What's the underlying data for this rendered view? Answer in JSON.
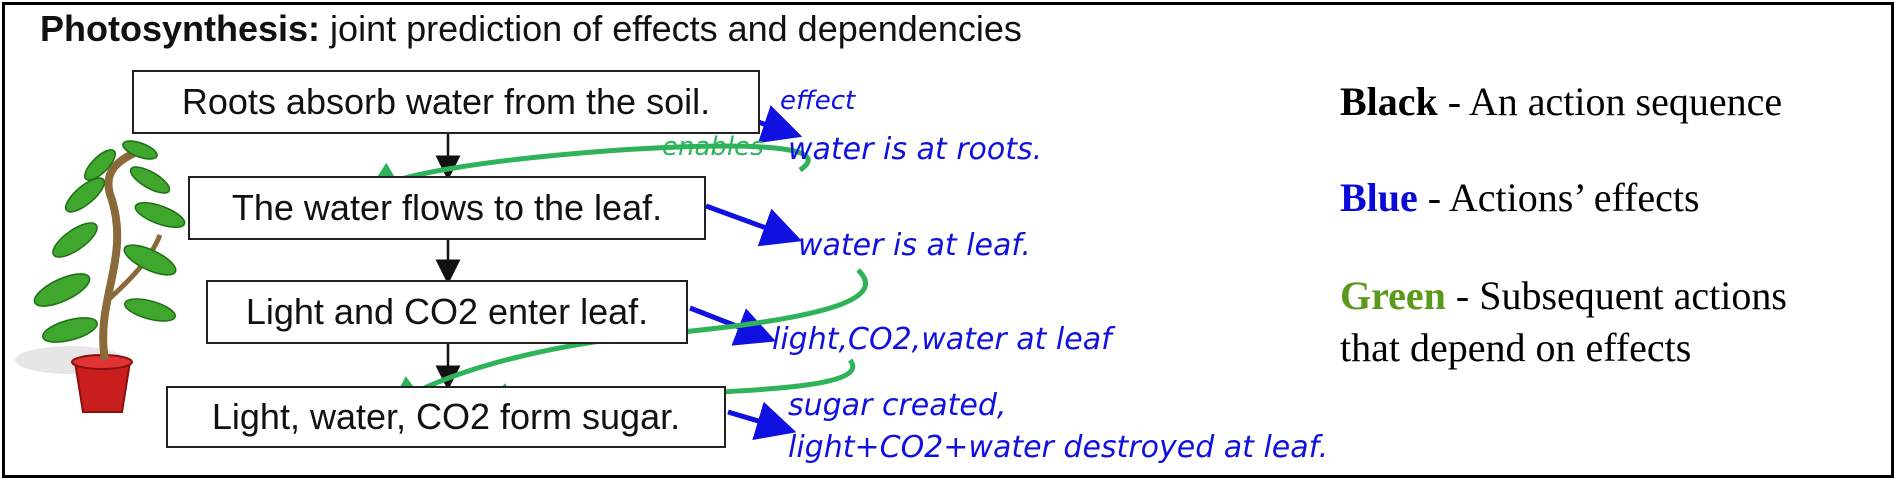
{
  "title": {
    "bold": "Photosynthesis:",
    "rest": " joint prediction of effects and dependencies"
  },
  "steps": [
    "Roots absorb water from the soil.",
    "The water flows to the leaf.",
    "Light and CO2 enter leaf.",
    "Light, water, CO2 form sugar."
  ],
  "labels": {
    "effect": "effect",
    "enables": "enables",
    "effect1": "water is at roots.",
    "effect2": "water is at leaf.",
    "effect3": "light,CO2,water  at leaf",
    "effect4a": "sugar created,",
    "effect4b": "light+CO2+water destroyed at leaf."
  },
  "legend": [
    {
      "key": "Black",
      "desc": " - An action sequence",
      "color": "#000000"
    },
    {
      "key": "Blue",
      "desc": " - Actions’ effects",
      "color": "#0a0ad8"
    },
    {
      "key": "Green",
      "desc": " - Subsequent actions",
      "color": "#5a9a1a"
    }
  ],
  "legend_extra": "that depend on effects",
  "colors": {
    "effect_arrow": "#1010e0",
    "dependency_arrow": "#2fb35a",
    "sequence_arrow": "#111111"
  }
}
